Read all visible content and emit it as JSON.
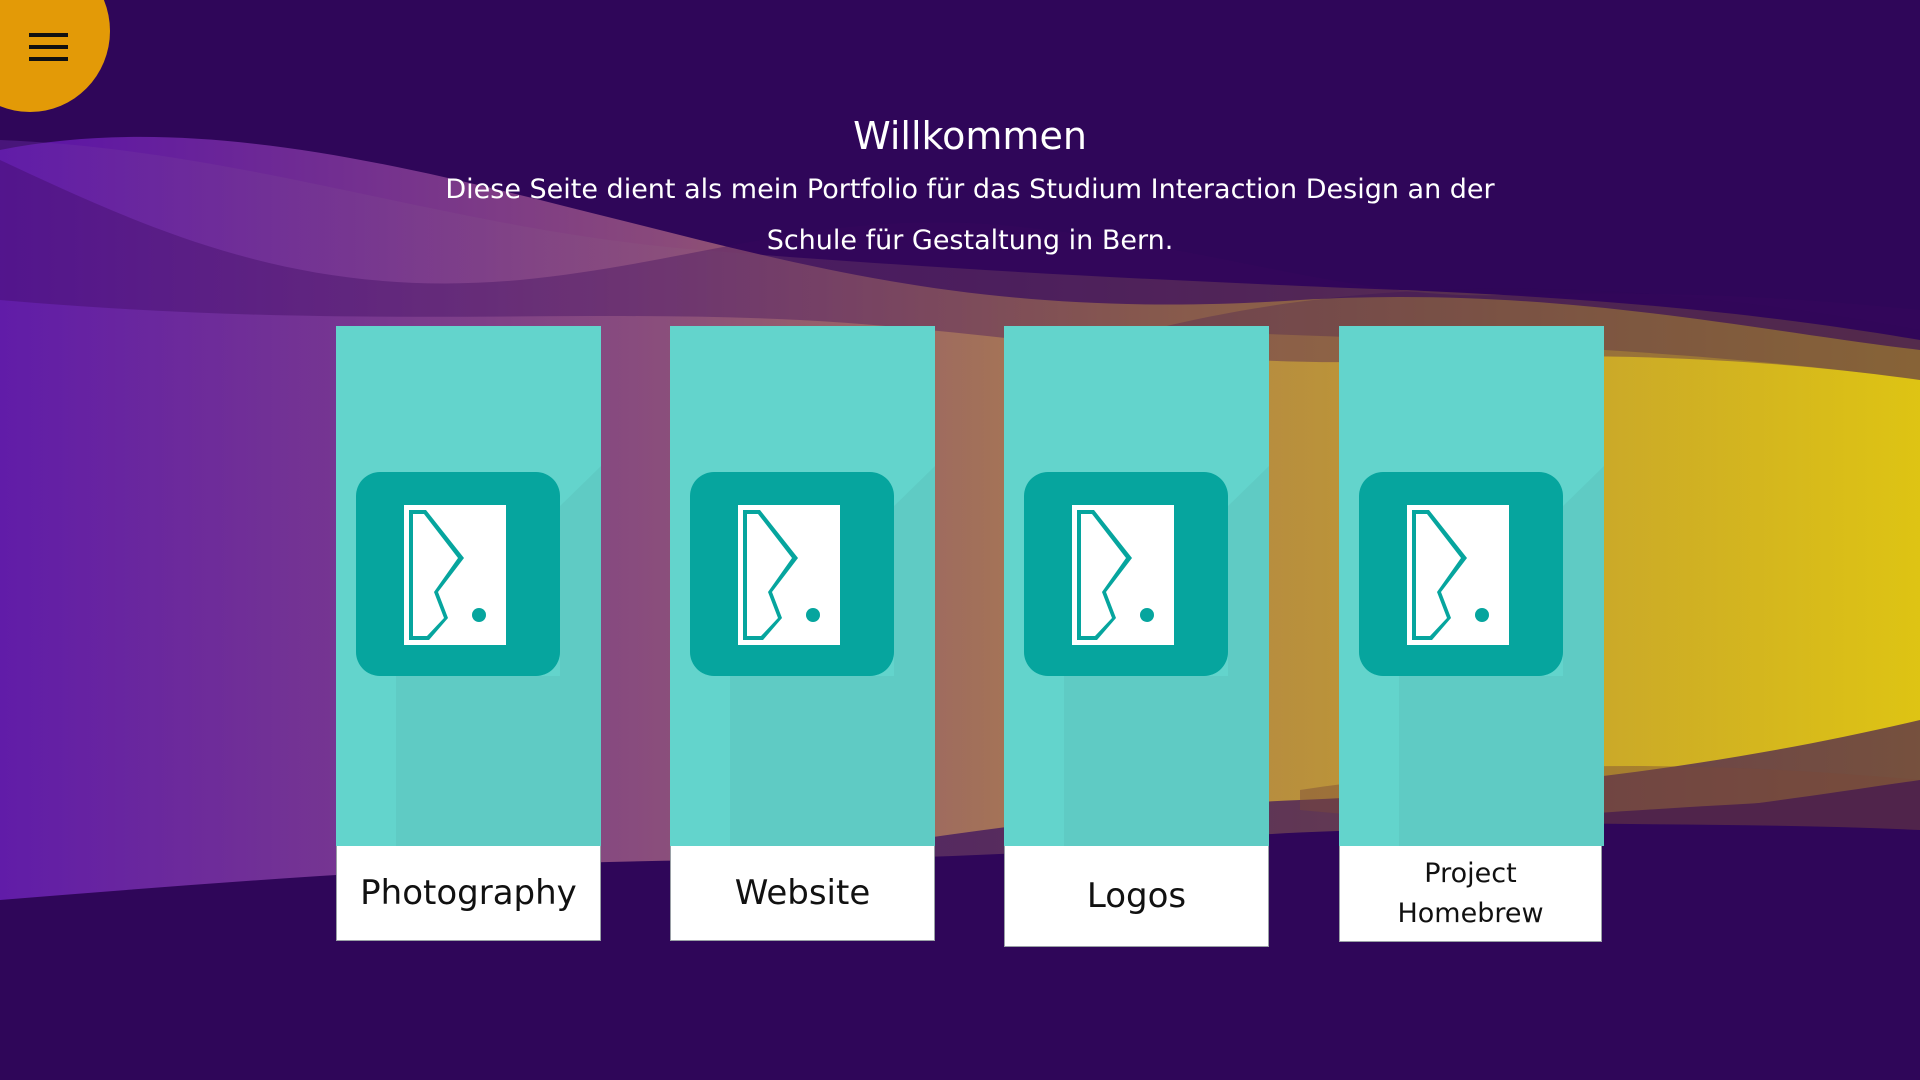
{
  "menu": {
    "icon": "hamburger-menu-icon",
    "color": "#e39a07"
  },
  "intro": {
    "title": "Willkommen",
    "description": "Diese Seite dient als mein Portfolio für das Studium Interaction Design an der Schule für Gestaltung in Bern."
  },
  "cards": [
    {
      "label": "Photography",
      "icon": "app-logo-icon"
    },
    {
      "label": "Website",
      "icon": "app-logo-icon"
    },
    {
      "label": "Logos",
      "icon": "app-logo-icon"
    },
    {
      "label": "Project Homebrew",
      "icon": "app-logo-icon"
    }
  ],
  "colors": {
    "background": "#2f0659",
    "card": "#63d4cc",
    "icon_tile": "#06a59e",
    "wave_left": "#5a12a8",
    "wave_right": "#e2cc10"
  }
}
